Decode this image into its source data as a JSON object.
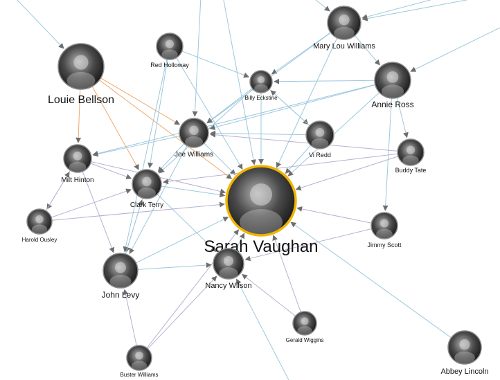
{
  "colors": {
    "edge_blue": "#9cc7de",
    "edge_purple": "#b7b1d2",
    "edge_orange": "#f2a86a",
    "arrow": "#6e6e6e",
    "focus_ring": "#f0b400",
    "node_ring": "#8a8a8a"
  },
  "focus_node": "Sarah Vaughan",
  "nodes": [
    {
      "id": "sarah",
      "name": "Sarah Vaughan",
      "focus": true
    },
    {
      "id": "louie",
      "name": "Louie Bellson"
    },
    {
      "id": "red",
      "name": "Red Holloway"
    },
    {
      "id": "billy",
      "name": "Billy Eckstine"
    },
    {
      "id": "mary",
      "name": "Mary Lou Williams"
    },
    {
      "id": "annie",
      "name": "Annie Ross"
    },
    {
      "id": "joe",
      "name": "Joe Williams"
    },
    {
      "id": "vi",
      "name": "Vi Redd"
    },
    {
      "id": "milt",
      "name": "Milt Hinton"
    },
    {
      "id": "buddy",
      "name": "Buddy Tate"
    },
    {
      "id": "clark",
      "name": "Clark Terry"
    },
    {
      "id": "harold",
      "name": "Harold Ousley"
    },
    {
      "id": "jimmy",
      "name": "Jimmy Scott"
    },
    {
      "id": "john",
      "name": "John Levy"
    },
    {
      "id": "nancy",
      "name": "Nancy Wilson"
    },
    {
      "id": "gerald",
      "name": "Gerald Wiggins"
    },
    {
      "id": "buster",
      "name": "Buster Williams"
    },
    {
      "id": "abbey",
      "name": "Abbey Lincoln"
    }
  ]
}
